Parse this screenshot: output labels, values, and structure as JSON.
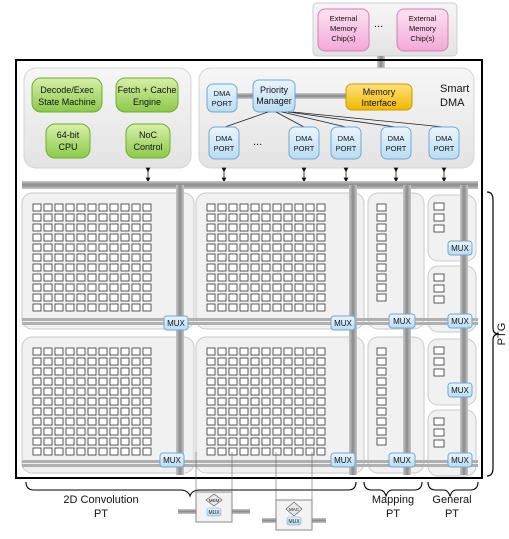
{
  "external_memory": {
    "chip_left": [
      "External",
      "Memory",
      "Chip(s)"
    ],
    "chip_right": [
      "External",
      "Memory",
      "Chip(s)"
    ],
    "ellipsis": "..."
  },
  "controller": {
    "decode_exec": [
      "Decode/Exec",
      "State Machine"
    ],
    "fetch_cache": [
      "Fetch + Cache",
      "Engine"
    ],
    "cpu": [
      "64-bit",
      "CPU"
    ],
    "noc": [
      "NoC",
      "Control"
    ]
  },
  "smart_dma": {
    "title": [
      "Smart",
      "DMA"
    ],
    "priority_manager": [
      "Priority",
      "Manager"
    ],
    "memory_interface": [
      "Memory",
      "Interface"
    ],
    "dma_port": [
      "DMA",
      "PORT"
    ],
    "ellipsis": "..."
  },
  "mux_label": "MUX",
  "mac_label": "MAC",
  "mem_label": "MEM",
  "ptg_label": "PTG",
  "bottom_labels": {
    "conv": [
      "2D Convolution",
      "PT"
    ],
    "mapping": [
      "Mapping",
      "PT"
    ],
    "general": [
      "General",
      "PT"
    ]
  },
  "colors": {
    "green_box": "#a8d96a",
    "blue_port": "#cfe6f7",
    "yellow_box": "#f5c400",
    "pink_chip": "#f7c3e3",
    "bus": "#9a9a9a"
  }
}
